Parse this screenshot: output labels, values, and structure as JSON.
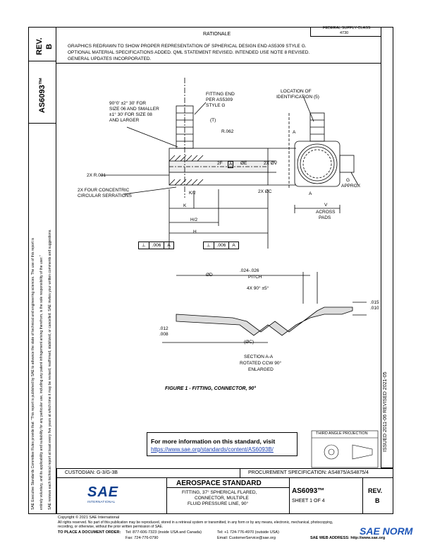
{
  "left_strip": {
    "rev_label": "REV.",
    "rev_value": "B",
    "doc_number": "AS6093™",
    "disclaimer_1": "SAE Executive Standards Committee Rules provide that: \"This report is published by SAE to advance the state of technical and engineering sciences. The use of this report is",
    "disclaimer_2": "entirely voluntary, and its applicability and suitability for any particular use, including any patent infringement arising therefrom, is the sole responsibility of the user.\"",
    "disclaimer_3": "SAE reviews each technical report at least every five years at which time it may be revised, reaffirmed, stabilized, or cancelled. SAE invites your written comments and suggestions."
  },
  "right_strip": {
    "dates": "ISSUED 2011-06    REVISED 2021-05"
  },
  "header": {
    "fsc_line1": "FEDERAL SUPPLY CLASS",
    "fsc_line2": "4730",
    "rationale_title": "RATIONALE",
    "rationale_text": [
      "GRAPHICS REDRAWN TO SHOW PROPER REPRESENTATION OF SPHERICAL DESIGN END AS5309 STYLE G.",
      "OPTIONAL MATERIAL SPECIFICATIONS ADDED. QML STATEMENT REVISED. INTENDED USE NOTE 8 REVISED.",
      "GENERAL UPDATES INCORPORATED."
    ]
  },
  "drawing": {
    "callouts": {
      "fitting_end": [
        "FITTING END",
        "PER AS5309",
        "STYLE G"
      ],
      "location_of": [
        "LOCATION OF",
        "IDENTIFICATION (5)"
      ],
      "angle_note": [
        "90°0' ±2° 30' FOR",
        "SIZE 06 AND SMALLER",
        "±1° 30' FOR SIZE 08",
        "AND LARGER"
      ],
      "t_label": "(T)",
      "r062": "R.062",
      "r031": "2X R.031",
      "serrations": [
        "2X FOUR CONCENTRIC",
        "CIRCULAR SERRATIONS"
      ],
      "f_label": "2F",
      "f_datum": "A",
      "e_label": "ØE",
      "v_label": "2X ØV",
      "c_label": "2X ØC",
      "k2": "K/2",
      "k": "K",
      "h2": "H/2",
      "h": "H",
      "a_top": "A",
      "a_bottom": "A",
      "g_label": [
        "G",
        "APPROX"
      ],
      "across_pads": [
        "V",
        "ACROSS",
        "PADS"
      ],
      "fcf_symbol": "⊥",
      "fcf_tol": ".006",
      "fcf_datum": "A",
      "od_label": "ØD",
      "pitch": [
        ".024-.026",
        "PITCH"
      ],
      "angle_4x": "4X 90° ±5°",
      "dim_015": [
        ".015",
        ".010"
      ],
      "dim_012": [
        ".012",
        ".008"
      ],
      "oc_label": "(ØC)",
      "section": [
        "SECTION A-A",
        "ROTATED CCW 90°",
        "ENLARGED"
      ]
    },
    "figure_caption": "FIGURE 1 - FITTING, CONNECTOR, 90°"
  },
  "info_box": {
    "heading": "For more information on this standard, visit",
    "link": "https://www.sae.org/standards/content/AS6093B/"
  },
  "projection": {
    "label": "THIRD ANGLE PROJECTION"
  },
  "title_block": {
    "custodian": "CUSTODIAN: G-3/G-3B",
    "procurement": "PROCUREMENT SPECIFICATION: AS4875/AS4875/4",
    "logo_text": "SAE",
    "logo_sub": "INTERNATIONAL",
    "aerospace_standard": "AEROSPACE STANDARD",
    "title_lines": [
      "FITTING, 37° SPHERICAL FLARED,",
      "CONNECTOR, MULTIPLE",
      "FLUID PRESSURE LINE, 90°"
    ],
    "doc_number": "AS6093™",
    "sheet": "SHEET 1 OF 4",
    "rev_label": "REV.",
    "rev_value": "B"
  },
  "footer": {
    "copyright": "Copyright © 2021 SAE International",
    "rights_1": "All rights reserved. No part of this publication may be reproduced, stored in a retrieval system or transmitted, in any form or by any means, electronic, mechanical, photocopying,",
    "rights_2": "recording, or otherwise, without the prior written permission of SAE.",
    "order_label": "TO PLACE A DOCUMENT ORDER:",
    "tel1": "Tel:  877-606-7323 (inside USA and Canada)",
    "tel2": "Tel:  +1 724-776-4970 (outside USA)",
    "fax": "Fax: 724-776-0790",
    "email": "Email: CustomerService@sae.org",
    "web": "SAE WEB ADDRESS:  http://www.sae.org",
    "watermark": "SAE NORM"
  }
}
